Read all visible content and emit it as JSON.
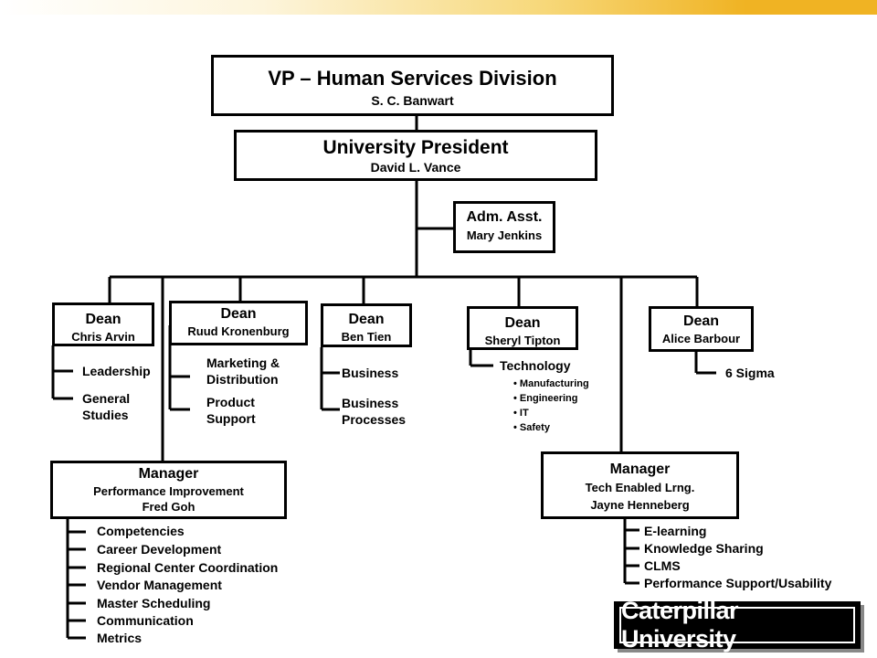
{
  "vp": {
    "title": "VP – Human Services Division",
    "name": "S. C. Banwart"
  },
  "president": {
    "title": "University President",
    "name": "David L. Vance"
  },
  "assistant": {
    "title": "Adm. Asst.",
    "name": "Mary Jenkins"
  },
  "deans": [
    {
      "title": "Dean",
      "name": "Chris Arvin",
      "areas": [
        "Leadership",
        "General\nStudies"
      ]
    },
    {
      "title": "Dean",
      "name": "Ruud Kronenburg",
      "areas": [
        "Marketing &\nDistribution",
        "Product\nSupport"
      ]
    },
    {
      "title": "Dean",
      "name": "Ben Tien",
      "areas": [
        "Business",
        "Business\nProcesses"
      ]
    },
    {
      "title": "Dean",
      "name": "Sheryl Tipton",
      "areas": [
        "Technology"
      ],
      "subareas": [
        "Manufacturing",
        "Engineering",
        "IT",
        "Safety"
      ]
    },
    {
      "title": "Dean",
      "name": "Alice Barbour",
      "areas": [
        "6 Sigma"
      ]
    }
  ],
  "managers": [
    {
      "title": "Manager",
      "dept": "Performance Improvement",
      "name": "Fred Goh",
      "areas": [
        "Competencies",
        "Career Development",
        "Regional Center Coordination",
        "Vendor Management",
        "Master Scheduling",
        "Communication",
        "Metrics"
      ]
    },
    {
      "title": "Manager",
      "dept": "Tech Enabled Lrng.",
      "name": "Jayne Henneberg",
      "areas": [
        "E-learning",
        "Knowledge Sharing",
        "CLMS",
        "Performance Support/Usability"
      ]
    }
  ],
  "logo": {
    "text": "Caterpillar University"
  },
  "colors": {
    "accent": "#f0b323",
    "line": "#000000"
  }
}
